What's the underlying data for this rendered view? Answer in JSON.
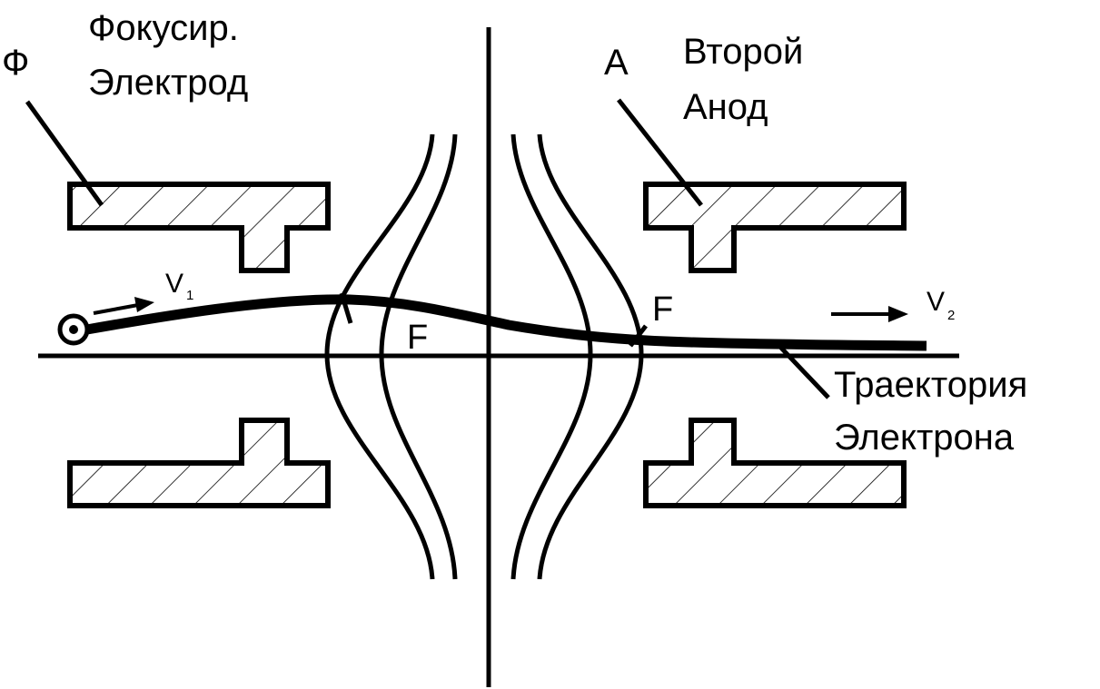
{
  "labels": {
    "phi": "Ф",
    "focus_line1": "Фокусир.",
    "focus_line2": "Электрод",
    "anode_letter": "А",
    "anode_line1": "Второй",
    "anode_line2": "Анод",
    "v1": "V",
    "v1_sub": "1",
    "v2": "V",
    "v2_sub": "2",
    "focus_left": "F",
    "focus_right": "F",
    "trajectory_line1": "Траектория",
    "trajectory_line2": "Электрона"
  },
  "colors": {
    "ink": "#000000",
    "background": "#ffffff"
  }
}
